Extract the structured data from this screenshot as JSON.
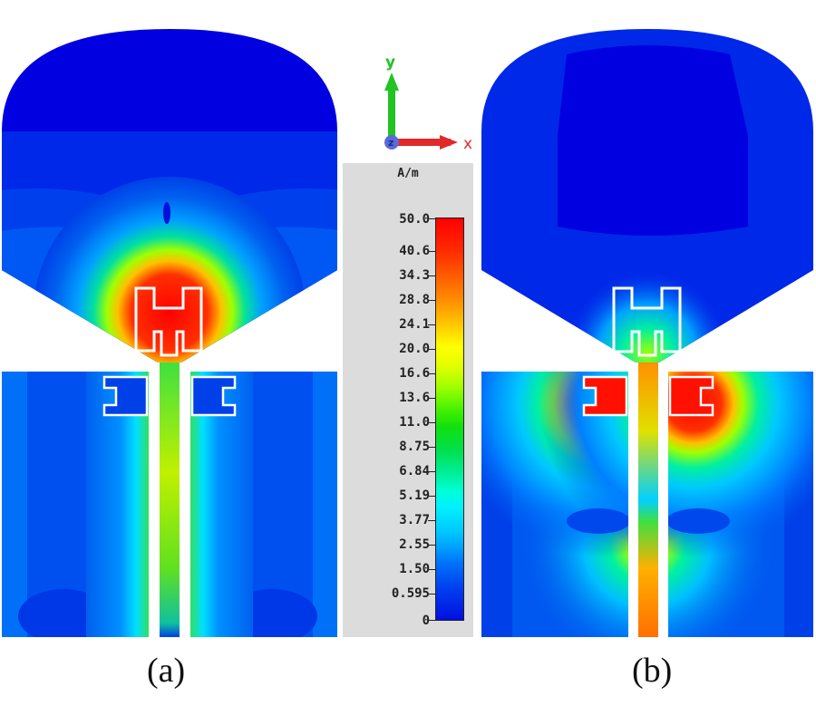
{
  "figure": {
    "captions": {
      "a": "(a)",
      "b": "(b)"
    },
    "axes_triad": {
      "y_label": "y",
      "x_label": "x",
      "z_label": "z",
      "y_color": "#22c322",
      "x_color": "#e02a2a",
      "z_color": "#5a6ad8"
    }
  },
  "legend": {
    "unit": "A/m",
    "ticks": [
      "50.0",
      "40.6",
      "34.3",
      "28.8",
      "24.1",
      "20.0",
      "16.6",
      "13.6",
      "11.0",
      "8.75",
      "6.84",
      "5.19",
      "3.77",
      "2.55",
      "1.50",
      "0.595",
      "0"
    ]
  },
  "chart_data": {
    "type": "heatmap",
    "title": "",
    "description": "Simulated surface current distribution on an antenna with H-shaped slots; panel (a) and panel (b) at two excitation conditions",
    "colorbar": {
      "label": "A/m",
      "range": [
        0,
        50.0
      ],
      "ticks": [
        50.0,
        40.6,
        34.3,
        28.8,
        24.1,
        20.0,
        16.6,
        13.6,
        11.0,
        8.75,
        6.84,
        5.19,
        3.77,
        2.55,
        1.5,
        0.595,
        0
      ],
      "colormap": [
        "#0000d8",
        "#0040f0",
        "#0080ff",
        "#00e0ff",
        "#00ff90",
        "#20e020",
        "#a0ff00",
        "#ffff00",
        "#ffc000",
        "#ff8000",
        "#ff3000",
        "#ff0000"
      ]
    },
    "panels": [
      {
        "label": "(a)",
        "summary": "High current (~40-50 A/m, red) concentrated around the upper H-shaped slot on the radiating patch and the feed junction; feed line moderately high (~13-24 A/m, green-yellow); lower ground slots low (~1-3 A/m, blue)",
        "upper_slot_current": "high",
        "lower_slots_current": "low",
        "feedline_current": "medium"
      },
      {
        "label": "(b)",
        "summary": "High current (~40-50 A/m, red) concentrated around the two lower H-shaped slots in the ground plane; feed line high (~28-40 A/m, orange) with a null near mid-height; upper patch slot low (~1-5 A/m)",
        "upper_slot_current": "low",
        "lower_slots_current": "high",
        "feedline_current": "high"
      }
    ],
    "axes": {
      "x": "x",
      "y": "y",
      "z": "z (out of plane)"
    }
  }
}
